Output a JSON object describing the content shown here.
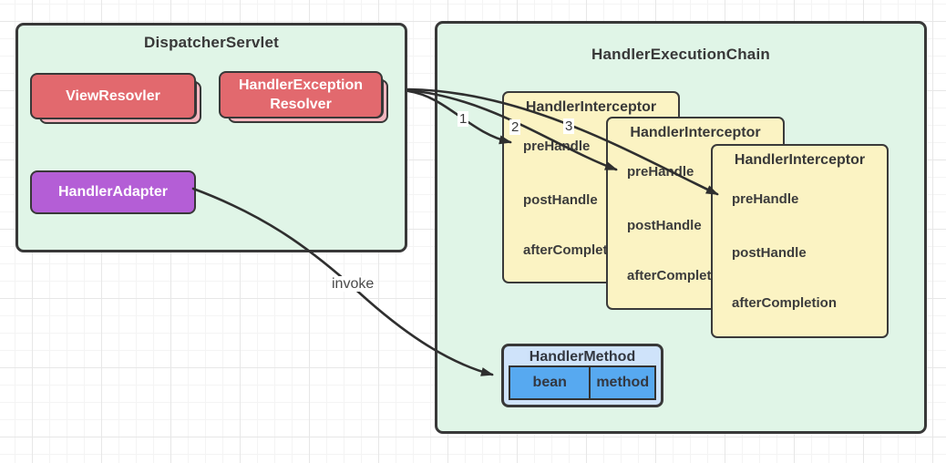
{
  "dispatcher_servlet": {
    "title": "DispatcherServlet",
    "view_resolver": {
      "label": "ViewResovler"
    },
    "handler_exception_resolver": {
      "line1": "HandlerException",
      "line2": "Resolver"
    },
    "handler_adapter": {
      "label": "HandlerAdapter"
    }
  },
  "handler_execution_chain": {
    "title": "HandlerExecutionChain",
    "interceptors": [
      {
        "title": "HandlerInterceptor",
        "methods": [
          "preHandle",
          "postHandle",
          "afterCompletion"
        ]
      },
      {
        "title": "HandlerInterceptor",
        "methods": [
          "preHandle",
          "postHandle",
          "afterCompletion"
        ]
      },
      {
        "title": "HandlerInterceptor",
        "methods": [
          "preHandle",
          "postHandle",
          "afterCompletion"
        ]
      }
    ],
    "handler_method": {
      "title": "HandlerMethod",
      "bean_label": "bean",
      "method_label": "method"
    }
  },
  "arrows": {
    "sequence_labels": [
      "1",
      "2",
      "3"
    ],
    "invoke_label": "invoke"
  },
  "colors": {
    "container_fill": "#e0f5e7",
    "container_border": "#383838",
    "interceptor_fill": "#fbf3c3",
    "resolver_fill": "#e2696e",
    "resolver_stack_fill": "#f4b6bf",
    "resolver_text": "#ffffff",
    "adapter_fill": "#b45ed6",
    "handler_method_header_fill": "#cfe3fa",
    "handler_method_cell_fill": "#57a9f0",
    "arrow_color": "#2f2f2f",
    "background": "#ffffff"
  }
}
